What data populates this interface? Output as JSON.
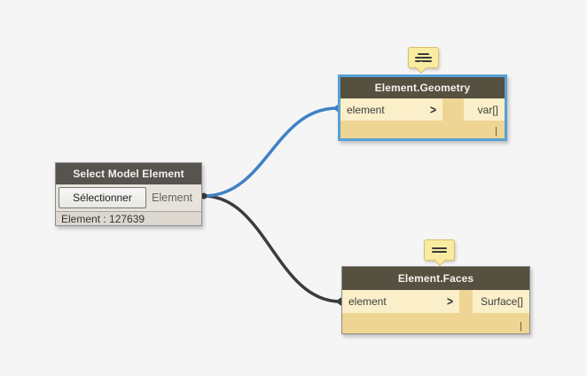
{
  "colors": {
    "background": "#f5f5f5",
    "node_header": "#55503f",
    "node_header_select": "#57534e",
    "port_bg": "#faefc8",
    "body_bg": "#eed593",
    "select_body_bg": "#e7e3dc",
    "select_value_bg": "#dcd8d0",
    "selection_blue": "#58a0d4",
    "wire_blue": "#3e81c6",
    "wire_dark": "#3c3c3c",
    "bubble_bg": "#f9eca0",
    "bubble_border": "#d8bd6b"
  },
  "nodes": {
    "select_model_element": {
      "title": "Select Model Element",
      "button_label": "Sélectionner",
      "output_label": "Element",
      "value_text": "Element : 127639"
    },
    "element_geometry": {
      "title": "Element.Geometry",
      "input_label": "element",
      "output_label": "var[]",
      "lacing": "|"
    },
    "element_faces": {
      "title": "Element.Faces",
      "input_label": "element",
      "output_label": "Surface[]",
      "lacing": "|"
    }
  },
  "icons": {
    "chevron": ">",
    "comment_bubble": "text-lines"
  }
}
